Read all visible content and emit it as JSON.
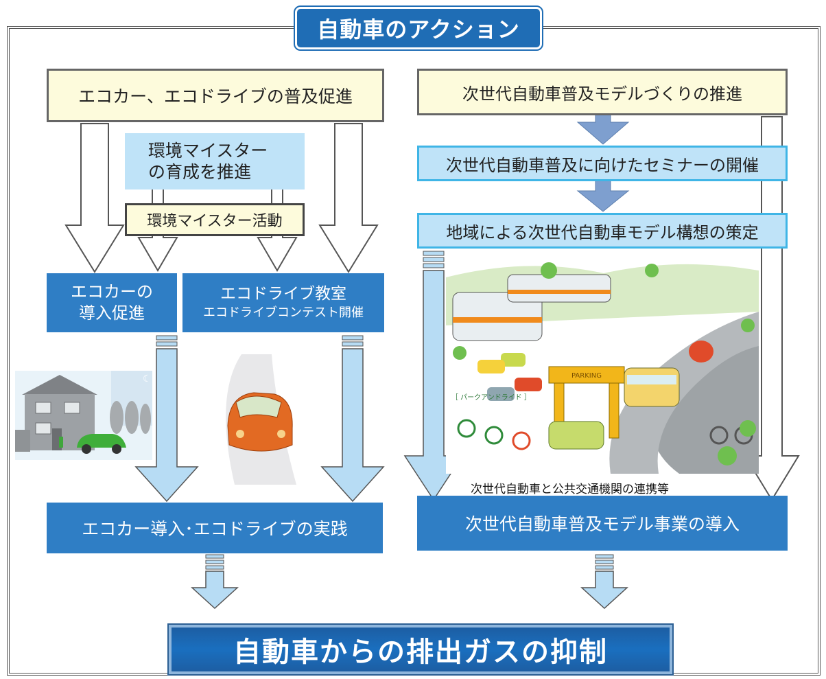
{
  "title": "自動車のアクション",
  "left": {
    "top_box": "エコカー、エコドライブの普及促進",
    "meister_box_line1": "環境マイスター",
    "meister_box_line2": "の育成を推進",
    "meister_activity": "環境マイスター活動",
    "ecocar_box_line1": "エコカーの",
    "ecocar_box_line2": "導入促進",
    "ecodrive_box_line1": "エコドライブ教室",
    "ecodrive_box_line2": "エコドライブコンテスト開催",
    "practice_box": "エコカー導入･エコドライブの実践"
  },
  "right": {
    "top_box": "次世代自動車普及モデルづくりの推進",
    "seminar_box": "次世代自動車普及に向けたセミナーの開催",
    "plan_box": "地域による次世代自動車モデル構想の策定",
    "illustration_label": "［ パークアンドライド ］",
    "illustration_sign": "PARKING",
    "caption": "次世代自動車と公共交通機関の連携等",
    "model_box": "次世代自動車普及モデル事業の導入"
  },
  "final_box": "自動車からの排出ガスの抑制",
  "colors": {
    "dark_blue": "#2f7ec5",
    "light_blue": "#bfe3f8",
    "cream": "#fdfbdc",
    "arrow_blue": "#b7dcf4",
    "arrow_steel": "#7e9fcf"
  }
}
